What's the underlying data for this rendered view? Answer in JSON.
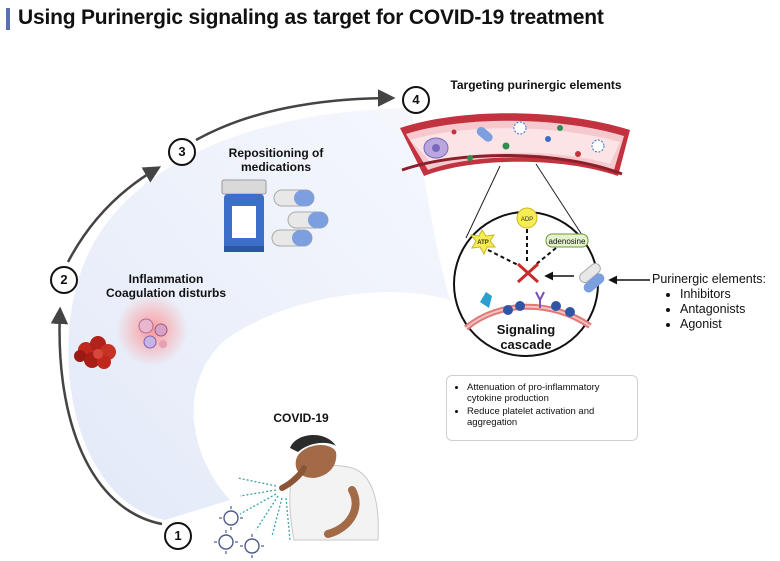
{
  "title": "Using Purinergic signaling as target for COVID-19 treatment",
  "steps": [
    "1",
    "2",
    "3",
    "4"
  ],
  "labels": {
    "covid": "COVID-19",
    "inflammation": "Inflammation",
    "coagulation": "Coagulation disturbs",
    "repositioning_1": "Repositioning of",
    "repositioning_2": "medications",
    "targeting": "Targeting purinergic elements",
    "signaling_1": "Signaling",
    "signaling_2": "cascade"
  },
  "molecules": {
    "atp": "ATP",
    "adp": "ADP",
    "adenosine": "adenosine"
  },
  "purinergic": {
    "heading": "Purinergic elements:",
    "items": [
      "Inhibitors",
      "Antagonists",
      "Agonist"
    ]
  },
  "effects": [
    "Attenuation of  pro-inflammatory cytokine production",
    "Reduce platelet activation and aggregation"
  ]
}
